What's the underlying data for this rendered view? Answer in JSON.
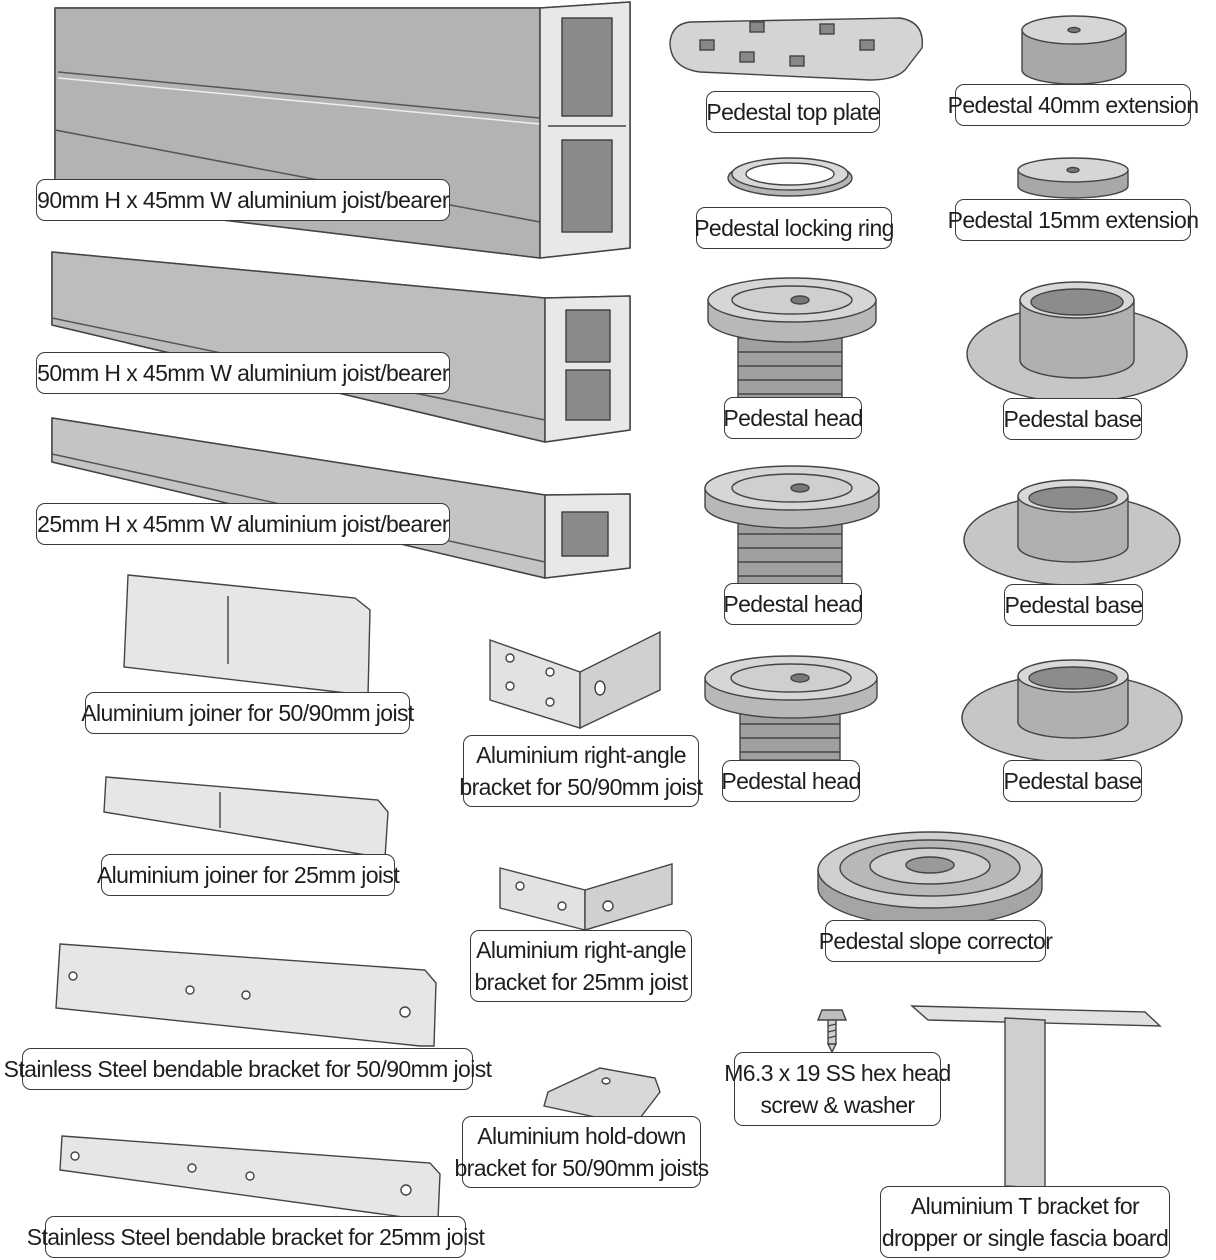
{
  "parts": {
    "joist_90": "90mm H x 45mm W aluminium joist/bearer",
    "joist_50": "50mm H x 45mm W aluminium joist/bearer",
    "joist_25": "25mm H x 45mm W aluminium joist/bearer",
    "top_plate": "Pedestal top plate",
    "ext_40": "Pedestal 40mm extension",
    "locking_ring": "Pedestal locking ring",
    "ext_15": "Pedestal 15mm extension",
    "head_1": "Pedestal head",
    "base_1": "Pedestal base",
    "head_2": "Pedestal head",
    "base_2": "Pedestal base",
    "head_3": "Pedestal head",
    "base_3": "Pedestal base",
    "joiner_50_90": "Aluminium joiner for 50/90mm joist",
    "right_angle_50_90": [
      "Aluminium right-angle",
      "bracket for 50/90mm joist"
    ],
    "joiner_25": "Aluminium joiner for 25mm joist",
    "slope_corrector": "Pedestal slope corrector",
    "right_angle_25": [
      "Aluminium right-angle",
      "bracket for 25mm joist"
    ],
    "ss_bracket_50_90": "Stainless Steel bendable bracket for 50/90mm joist",
    "hold_down": [
      "Aluminium hold-down",
      "bracket for 50/90mm joists"
    ],
    "screw": [
      "M6.3 x 19 SS hex head",
      "screw & washer"
    ],
    "t_bracket": [
      "Aluminium T bracket for",
      "dropper or single fascia board"
    ],
    "ss_bracket_25": "Stainless Steel bendable bracket for 25mm joist"
  }
}
